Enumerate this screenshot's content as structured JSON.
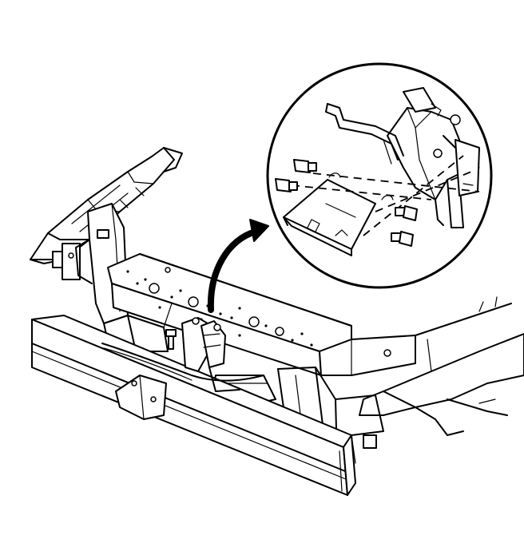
{
  "diagram": {
    "type": "exploded-view illustration",
    "colors": {
      "line": "#000000",
      "background": "#ffffff"
    },
    "parts": [
      {
        "name": "hood",
        "icon": "hood-panel-icon"
      },
      {
        "name": "radiator-support",
        "icon": "radiator-support-icon"
      },
      {
        "name": "front-bumper-reinforcement",
        "icon": "bumper-bar-icon"
      },
      {
        "name": "hood-latch",
        "icon": "latch-icon"
      },
      {
        "name": "latch-bolts",
        "icon": "bolt-icon"
      },
      {
        "name": "release-cable",
        "icon": "cable-icon"
      }
    ],
    "callout": {
      "shape": "circle",
      "connector": "curved-arrow"
    }
  }
}
